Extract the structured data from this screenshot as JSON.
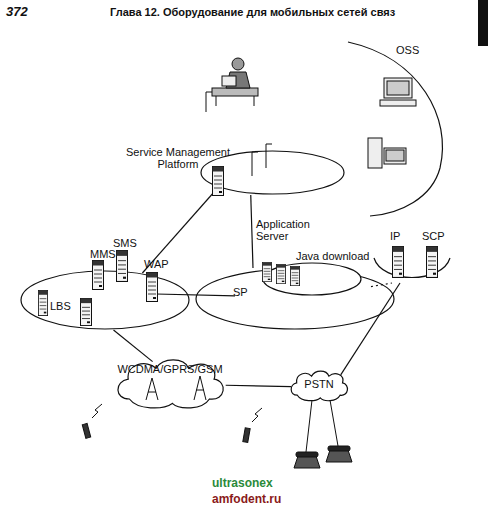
{
  "diagram": {
    "nodes": [
      {
        "text": [
          "Service Management Platform"
        ]
      },
      {
        "text": [
          "OSS"
        ]
      },
      {
        "text": [
          "SMS",
          "MMS",
          "WAP",
          "LBS"
        ]
      },
      {
        "text": [
          "SP"
        ]
      },
      {
        "text": [
          "Application Server",
          "Java download"
        ],
        "in": 3
      },
      {
        "text": [
          "IP",
          "SCP"
        ]
      },
      {
        "text": [
          "WCDMA/GPRS/GSM"
        ]
      },
      {
        "text": [
          "PSTN"
        ]
      }
    ],
    "edges": [
      {
        "from": 0,
        "to": 2,
        "arrow": "none"
      },
      {
        "from": 0,
        "to": 3,
        "arrow": "none"
      },
      {
        "from": 2,
        "to": 3,
        "arrow": "none"
      },
      {
        "from": 2,
        "to": 6,
        "arrow": "none"
      },
      {
        "from": 3,
        "to": 5,
        "arrow": "none"
      },
      {
        "from": 5,
        "to": 7,
        "arrow": "none"
      },
      {
        "from": 6,
        "to": 7,
        "arrow": "none"
      }
    ],
    "labels": [
      "372",
      "Глава 12. Оборудование для мобильных сетей связ",
      "ultrasonex",
      "amfodent.ru"
    ]
  }
}
